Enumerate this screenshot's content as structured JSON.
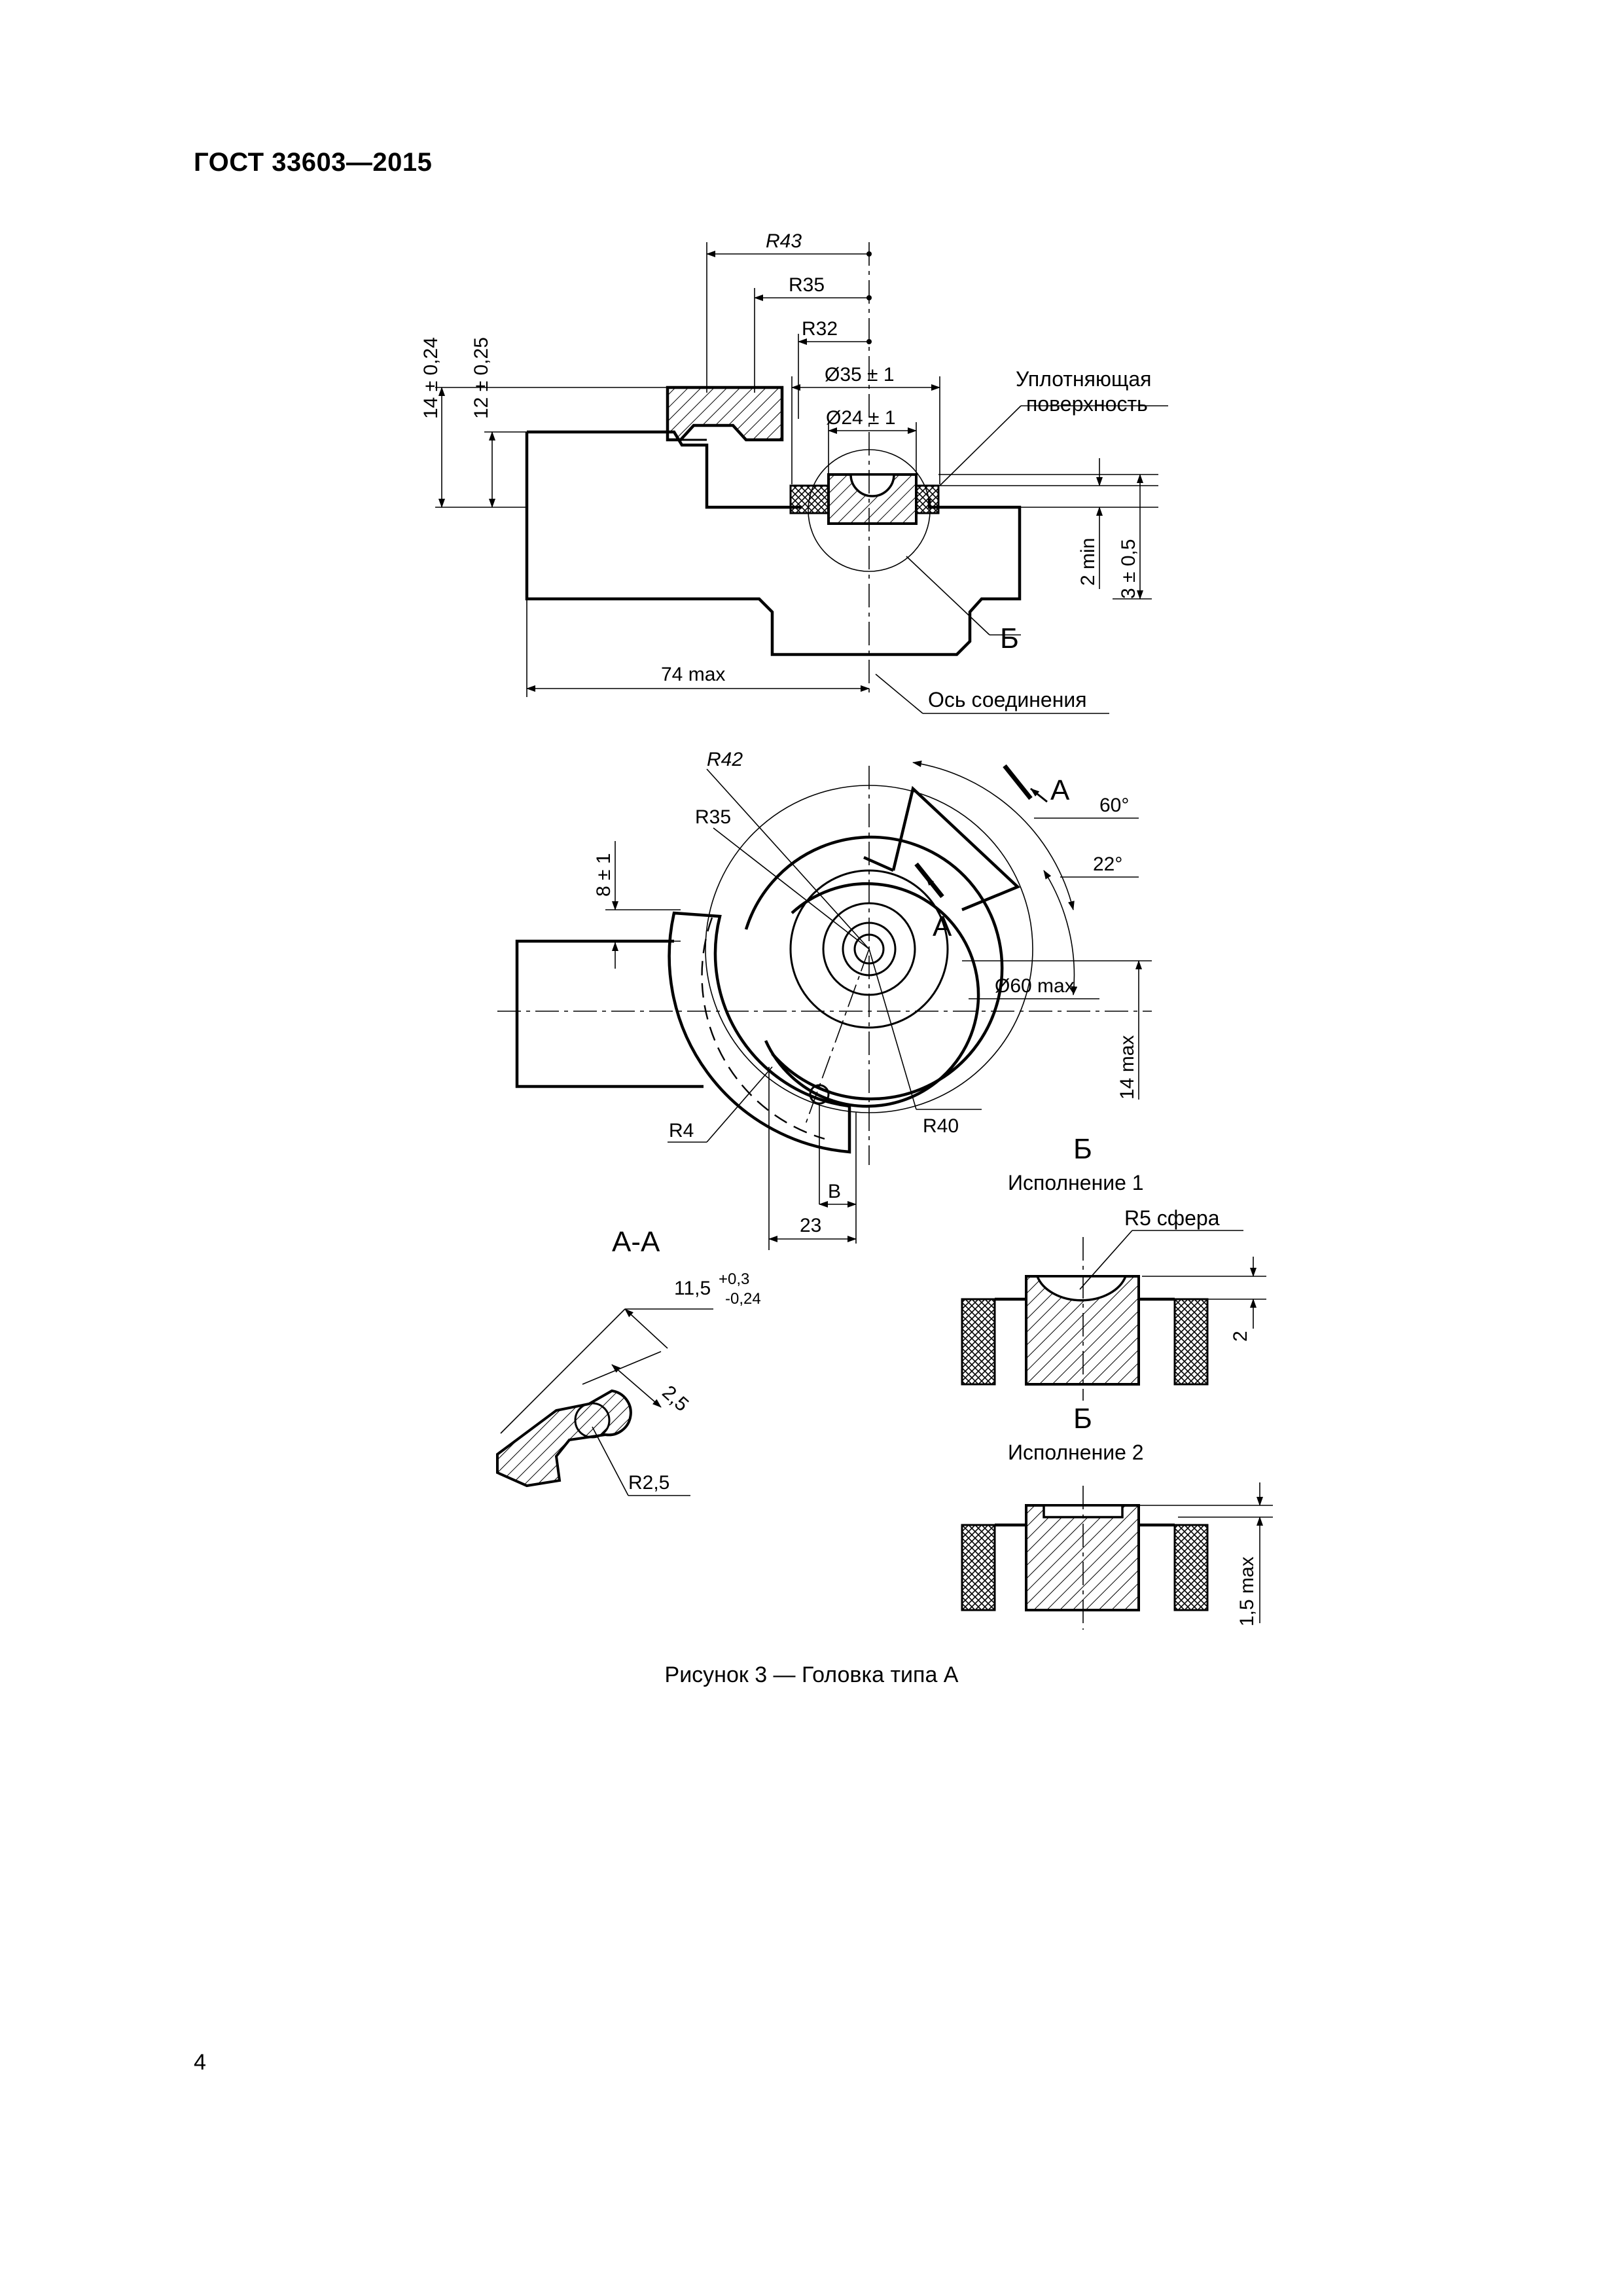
{
  "header": {
    "standard": "ГОСТ 33603—2015"
  },
  "side_view": {
    "r43": "R43",
    "r35": "R35",
    "r32": "R32",
    "d35": "Ø35 ± 1",
    "d24": "Ø24 ± 1",
    "dim_14": "14 ± 0,24",
    "dim_12": "12 ± 0,25",
    "seal_line1": "Уплотняющая",
    "seal_line2": "поверхность",
    "dim_2min": "2 min",
    "dim_3": "3 ± 0,5",
    "detail_b": "Б",
    "dim_74": "74 max",
    "axis_label": "Ось соединения"
  },
  "plan_view": {
    "r42": "R42",
    "r35": "R35",
    "section_a1": "А",
    "section_a2": "А",
    "angle_60": "60°",
    "angle_22": "22°",
    "dim_8": "8 ± 1",
    "d60": "Ø60 max",
    "dim_14max": "14 max",
    "r4": "R4",
    "r40": "R40",
    "dim_b": "B",
    "dim_23": "23"
  },
  "section_aa": {
    "title": "А-А",
    "dim_main": "11,5",
    "tol_upper": "+0,3",
    "tol_lower": "-0,24",
    "dim_25": "2,5",
    "r25": "R2,5"
  },
  "detail_1": {
    "title": "Б",
    "subtitle": "Исполнение 1",
    "r5": "R5 сфера",
    "dim_2": "2"
  },
  "detail_2": {
    "title": "Б",
    "subtitle": "Исполнение 2",
    "dim_15": "1,5 max"
  },
  "caption": "Рисунок 3 — Головка типа А",
  "page_number": "4"
}
